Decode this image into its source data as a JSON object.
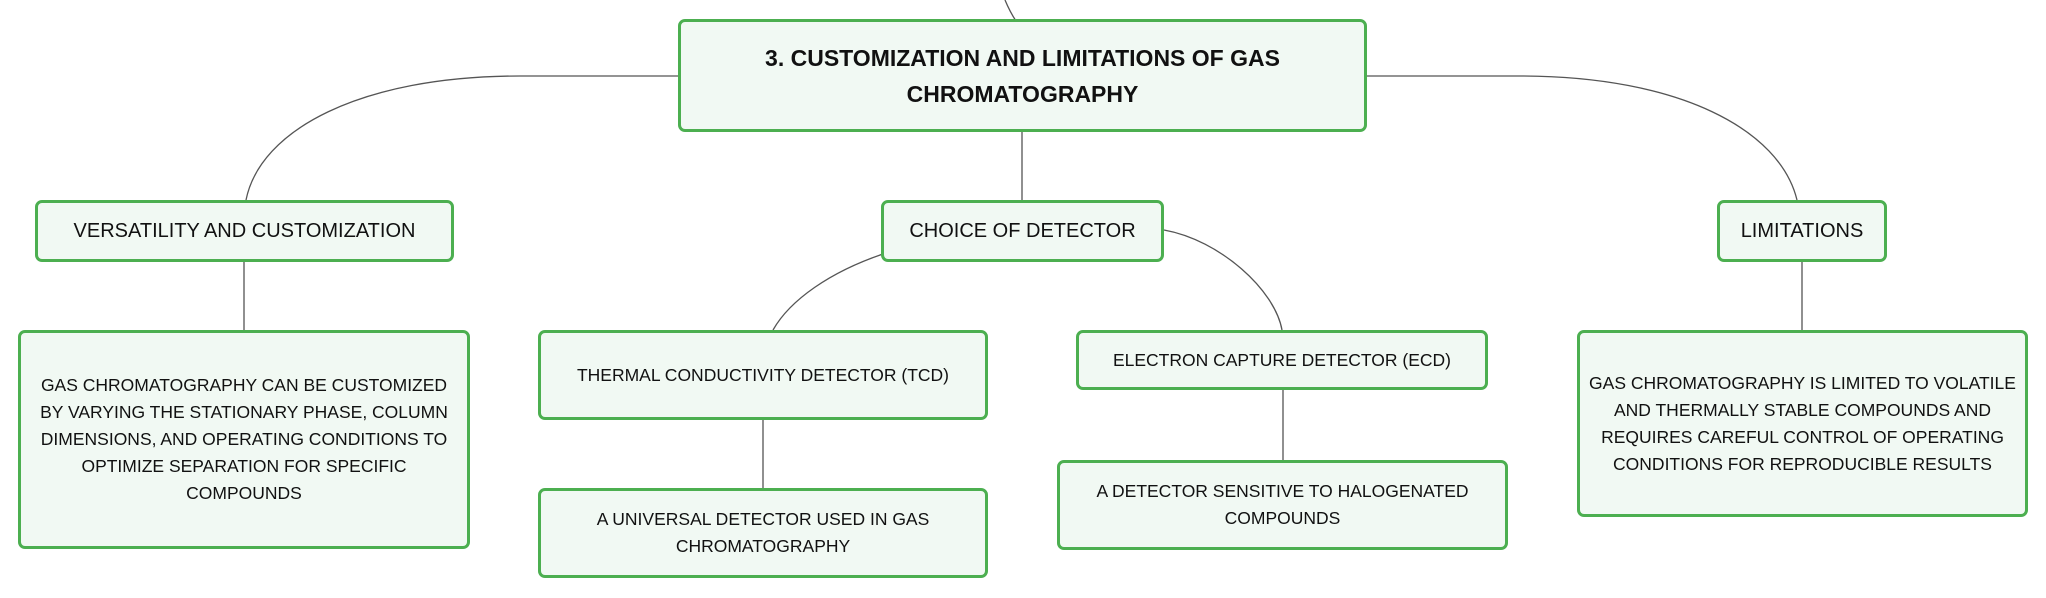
{
  "root": {
    "title": "3. CUSTOMIZATION AND LIMITATIONS OF GAS CHROMATOGRAPHY"
  },
  "branches": {
    "versatility": {
      "label": "VERSATILITY AND CUSTOMIZATION",
      "detail": "GAS CHROMATOGRAPHY CAN BE CUSTOMIZED BY VARYING THE STATIONARY PHASE, COLUMN DIMENSIONS, AND OPERATING CONDITIONS TO OPTIMIZE SEPARATION FOR SPECIFIC COMPOUNDS"
    },
    "detector": {
      "label": "CHOICE OF DETECTOR",
      "tcd": {
        "label": "THERMAL CONDUCTIVITY DETECTOR (TCD)",
        "detail": "A UNIVERSAL DETECTOR USED IN GAS CHROMATOGRAPHY"
      },
      "ecd": {
        "label": "ELECTRON CAPTURE DETECTOR (ECD)",
        "detail": "A DETECTOR SENSITIVE TO HALOGENATED COMPOUNDS"
      }
    },
    "limitations": {
      "label": "LIMITATIONS",
      "detail": "GAS CHROMATOGRAPHY IS LIMITED TO VOLATILE AND THERMALLY STABLE COMPOUNDS AND REQUIRES CAREFUL CONTROL OF OPERATING CONDITIONS FOR REPRODUCIBLE RESULTS"
    }
  },
  "colors": {
    "border": "#4caf50",
    "fill": "#f1f9f3",
    "connector": "#555555"
  }
}
